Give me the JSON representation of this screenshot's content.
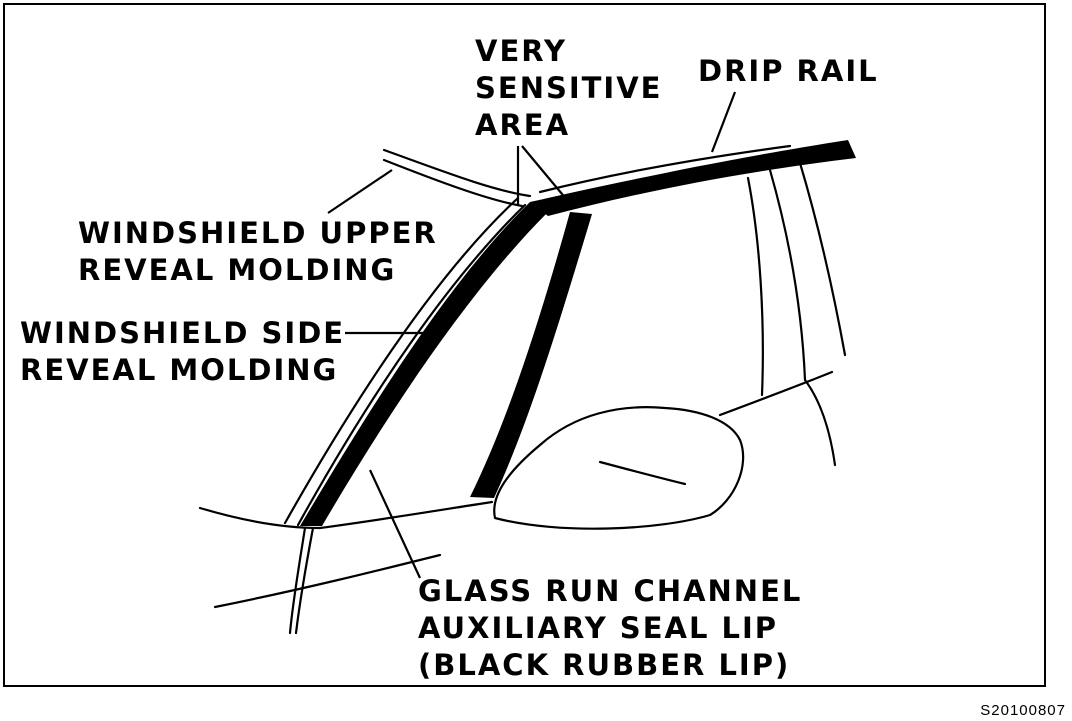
{
  "labels": {
    "very_sensitive_area": [
      "VERY",
      "SENSITIVE",
      "AREA"
    ],
    "drip_rail": [
      "DRIP RAIL"
    ],
    "windshield_upper_reveal_molding": [
      "WINDSHIELD UPPER",
      "REVEAL MOLDING"
    ],
    "windshield_side_reveal_molding": [
      "WINDSHIELD SIDE",
      "REVEAL MOLDING"
    ],
    "glass_run_channel_seal_lip": [
      "GLASS RUN CHANNEL",
      "AUXILIARY SEAL LIP",
      "(BLACK RUBBER LIP)"
    ]
  },
  "figure_id": "S20100807"
}
